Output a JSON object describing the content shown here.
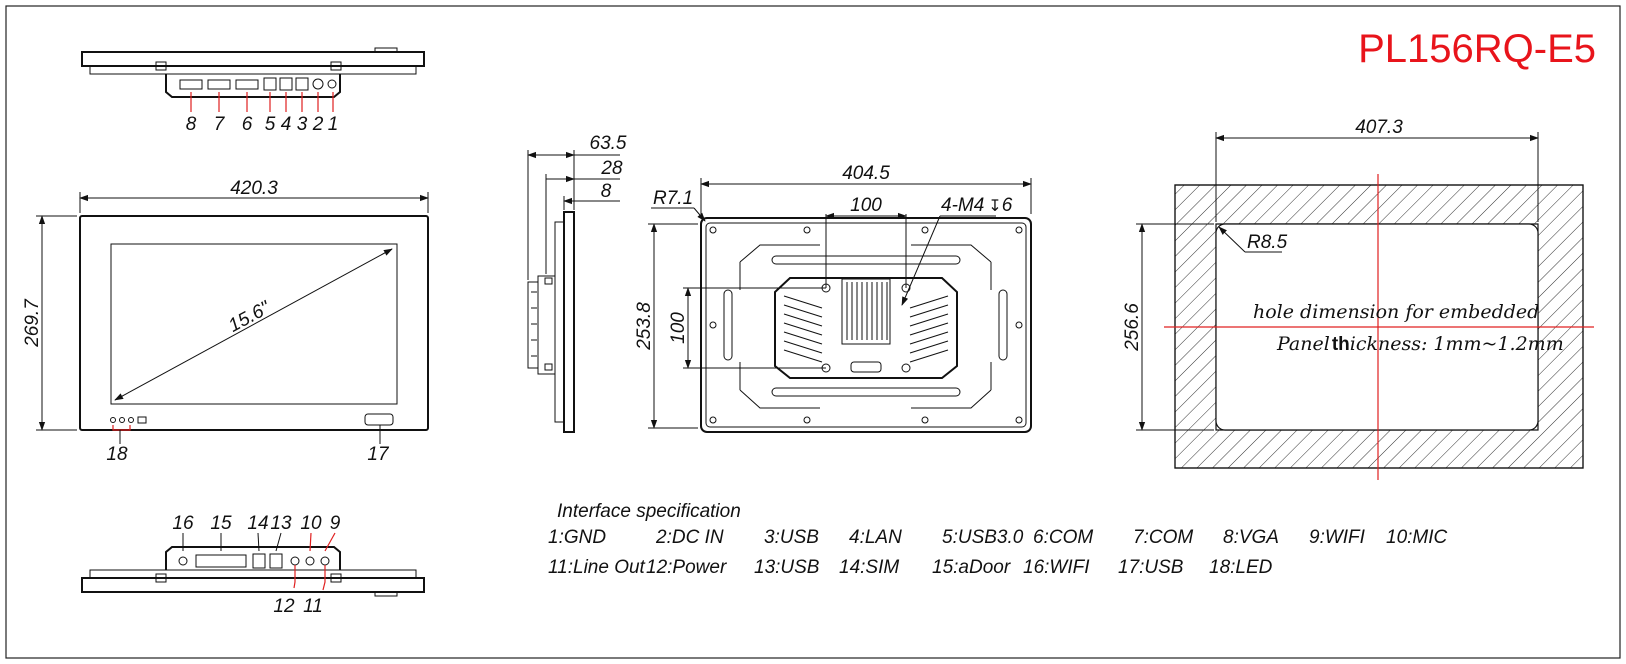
{
  "title": "PL156RQ-E5",
  "colors": {
    "title": "#e8141b",
    "line": "#111111",
    "center_line": "#e02020"
  },
  "top_view": {
    "callouts": [
      "8",
      "7",
      "6",
      "5",
      "4",
      "3",
      "2",
      "1"
    ]
  },
  "front_view": {
    "width_label": "420.3",
    "height_label": "269.7",
    "diagonal_label": "15.6\"",
    "callout_led": "18",
    "callout_usb": "17"
  },
  "side_view": {
    "depth_total": "63.5",
    "depth_mid": "28",
    "depth_front": "8"
  },
  "rear_view": {
    "width_label": "404.5",
    "height_label": "253.8",
    "radius_label": "R7.1",
    "vesa_h": "100",
    "vesa_v": "100",
    "screw_label": "4-M4",
    "screw_depth": "6"
  },
  "cutout_view": {
    "width_label": "407.3",
    "height_label": "256.6",
    "radius_label": "R8.5",
    "note_line1": "hole dimension for embedded",
    "note_line2_a": "Panel",
    "note_line2_b": "th",
    "note_line2_c": "ickness: 1mm~1.2mm"
  },
  "bottom_view": {
    "callouts_top": [
      "16",
      "15",
      "14",
      "13",
      "10",
      "9"
    ],
    "callouts_bottom": [
      "12",
      "11"
    ]
  },
  "interface_spec": {
    "heading": "Interface specification",
    "row1": [
      "1:GND",
      "2:DC IN",
      "3:USB",
      "4:LAN",
      "5:USB3.0",
      "6:COM",
      "7:COM",
      "8:VGA",
      "9:WIFI",
      "10:MIC"
    ],
    "row2": [
      "11:Line Out",
      "12:Power",
      "13:USB",
      "14:SIM",
      "15:aDoor",
      "16:WIFI",
      "17:USB",
      "18:LED"
    ]
  }
}
